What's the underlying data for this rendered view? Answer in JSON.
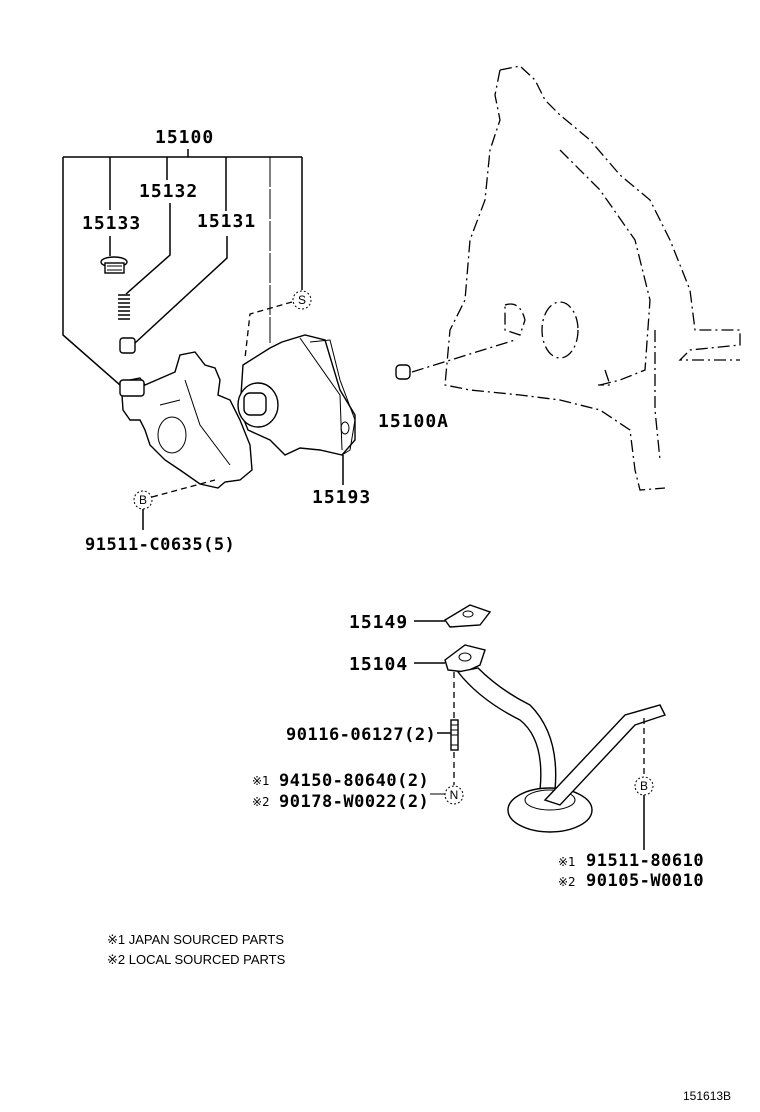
{
  "diagram": {
    "parts": {
      "p15100": "15100",
      "p15132": "15132",
      "p15133": "15133",
      "p15131": "15131",
      "p15100A": "15100A",
      "p15193": "15193",
      "p91511c": "91511-C0635(5)",
      "p15149": "15149",
      "p15104": "15104",
      "p90116": "90116-06127(2)",
      "p94150": "94150-80640(2)",
      "p90178": "90178-W0022(2)",
      "p91511_8": "91511-80610",
      "p90105": "90105-W0010"
    },
    "markers": {
      "m1": "※1",
      "m2": "※2"
    },
    "callouts": {
      "s": "S",
      "b": "B",
      "n": "N"
    },
    "notes": [
      "※1 JAPAN SOURCED PARTS",
      "※2 LOCAL SOURCED PARTS"
    ],
    "figure_id": "151613B"
  }
}
